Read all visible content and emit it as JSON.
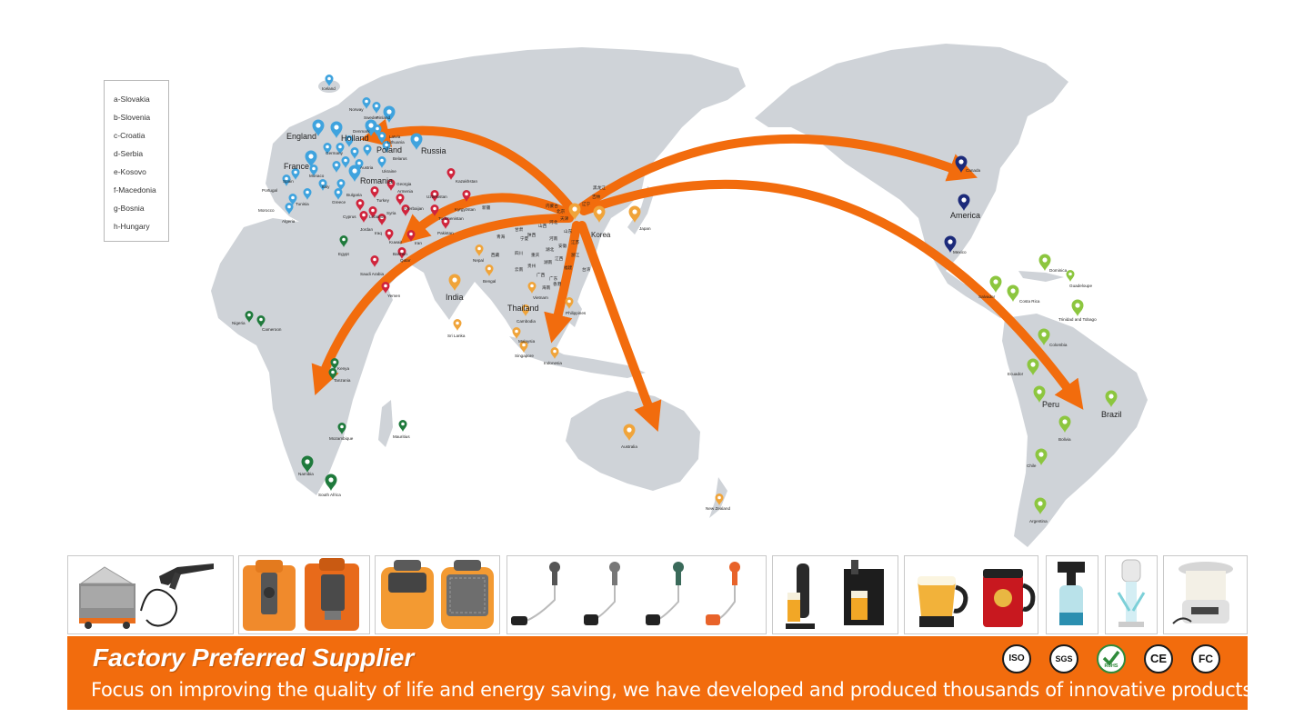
{
  "legend": [
    "a-Slovakia",
    "b-Slovenia",
    "c-Croatia",
    "d-Serbia",
    "e-Kosovo",
    "f-Macedonia",
    "g-Bosnia",
    "h-Hungary"
  ],
  "map_labels": {
    "england": "England",
    "holland": "Holland",
    "poland": "Poland",
    "russia": "Russia",
    "france": "France",
    "romania": "Romania",
    "korea": "Korea",
    "america": "America",
    "india": "India",
    "thailand": "Thailand",
    "peru": "Peru",
    "brazil": "Brazil",
    "iceland": "Iceland",
    "norway": "Norway",
    "sweden": "Sweden",
    "finland": "Finland",
    "denmark": "Denmark",
    "latvia": "Latvia",
    "lithuania": "Lithuania",
    "belarus": "Belarus",
    "germany": "Germany",
    "ukraine": "Ukraine",
    "austria": "Austria",
    "spain": "Spain",
    "portugal": "Portugal",
    "monaco": "Monaco",
    "italy": "Italy",
    "bulgaria": "Bulgaria",
    "greece": "Greece",
    "turkey": "Turkey",
    "georgia": "Georgia",
    "armenia": "Armenia",
    "morocco": "Morocco",
    "tunisia": "Tunisia",
    "algeria": "Algeria",
    "egypt": "Egypt",
    "cyprus": "Cyprus",
    "lebanon": "Lebanon",
    "syria": "Syria",
    "jordan": "Jordan",
    "iraq": "Iraq",
    "iran": "Iran",
    "kuwait": "Kuwait",
    "bahrain": "Bahrain",
    "qatar": "Qatar",
    "saudi": "Saudi Arabia",
    "yemen": "Yemen",
    "kazakhstan": "Kazakhstan",
    "uzbekistan": "Uzbekistan",
    "kyrgyzstan": "Kyrgyzstan",
    "turkmenistan": "Turkmenistan",
    "azerbaijan": "Azerbaijan",
    "pakistan": "Pakistan",
    "nepal": "Nepal",
    "bengal": "Bengal",
    "vietnam": "Vietnam",
    "cambodia": "Cambodia",
    "philippines": "Philippines",
    "srilanka": "Sri Lanka",
    "malaysia": "Malaysia",
    "singapore": "Singapore",
    "indonesia": "Indonesia",
    "japan": "Japan",
    "australia": "Australia",
    "newzealand": "New Zealand",
    "canada": "Canada",
    "mexico": "Mexico",
    "dominica": "Dominica",
    "guadeloupe": "Guadeloupe",
    "salvador": "Salvador",
    "costarica": "Costa Rica",
    "trinidad": "Trinidad and Tobago",
    "colombia": "Colombia",
    "ecuador": "Ecuador",
    "bolivia": "Bolivia",
    "chile": "Chile",
    "argentina": "Argentina",
    "nigeria": "Nigeria",
    "cameroon": "Cameroon",
    "kenya": "Kenya",
    "tanzania": "Tanzania",
    "mozambique": "Mozambique",
    "mauritius": "Mauritius",
    "namibia": "Namibia",
    "southafrica": "South Africa"
  },
  "china_cities": [
    "黑龙江",
    "吉林",
    "辽宁",
    "北京",
    "天津",
    "河北",
    "山西",
    "内蒙古",
    "陕西",
    "甘肃",
    "宁夏",
    "新疆",
    "青海",
    "西藏",
    "四川",
    "重庆",
    "贵州",
    "云南",
    "广西",
    "广东",
    "湖南",
    "湖北",
    "河南",
    "山东",
    "江苏",
    "安徽",
    "浙江",
    "福建",
    "江西",
    "海南",
    "香港",
    "台湾"
  ],
  "banner": {
    "title": "Factory Preferred Supplier",
    "subtitle": "Focus on improving the quality of life and energy saving, we have developed and produced thousands of innovative products."
  },
  "certifications": [
    "ISO",
    "SGS",
    "RoHS",
    "CE",
    "FC"
  ],
  "colors": {
    "arrow": "#f26c0d",
    "map": "#cfd3d8",
    "europe_pin": "#3fa3de",
    "asia_pin": "#d0243c",
    "east_asia_pin": "#f0a43a",
    "africa_pin": "#1f7a3c",
    "north_america_pin": "#1c2a7a",
    "south_america_pin": "#8cc63f",
    "banner": "#f26c0d"
  },
  "product_images": [
    "portable-pressure-washer",
    "portable-shower-units",
    "portable-water-tank-units",
    "handheld-shower-heads",
    "beer-dispensers",
    "beer-tower-mugs",
    "spray-bottle",
    "glass-dispenser",
    "camping-lantern"
  ]
}
